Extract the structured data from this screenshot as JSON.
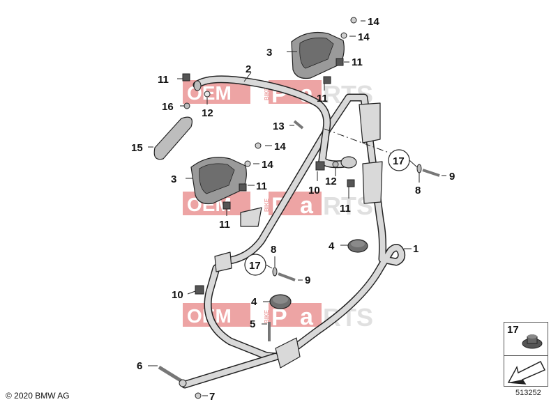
{
  "diagram": {
    "callouts": [
      {
        "id": "c1",
        "label": "1"
      },
      {
        "id": "c2",
        "label": "2"
      },
      {
        "id": "c3a",
        "label": "3"
      },
      {
        "id": "c3b",
        "label": "3"
      },
      {
        "id": "c4a",
        "label": "4"
      },
      {
        "id": "c4b",
        "label": "4"
      },
      {
        "id": "c5",
        "label": "5"
      },
      {
        "id": "c6",
        "label": "6"
      },
      {
        "id": "c7",
        "label": "7"
      },
      {
        "id": "c8a",
        "label": "8"
      },
      {
        "id": "c8b",
        "label": "8"
      },
      {
        "id": "c9a",
        "label": "9"
      },
      {
        "id": "c9b",
        "label": "9"
      },
      {
        "id": "c10a",
        "label": "10"
      },
      {
        "id": "c10b",
        "label": "10"
      },
      {
        "id": "c11a",
        "label": "11"
      },
      {
        "id": "c11b",
        "label": "11"
      },
      {
        "id": "c11c",
        "label": "11"
      },
      {
        "id": "c11d",
        "label": "11"
      },
      {
        "id": "c11e",
        "label": "11"
      },
      {
        "id": "c11f",
        "label": "11"
      },
      {
        "id": "c12a",
        "label": "12"
      },
      {
        "id": "c12b",
        "label": "12"
      },
      {
        "id": "c13",
        "label": "13"
      },
      {
        "id": "c14a",
        "label": "14"
      },
      {
        "id": "c14b",
        "label": "14"
      },
      {
        "id": "c14c",
        "label": "14"
      },
      {
        "id": "c14d",
        "label": "14"
      },
      {
        "id": "c15",
        "label": "15"
      },
      {
        "id": "c16",
        "label": "16"
      },
      {
        "id": "c17a",
        "label": "17"
      },
      {
        "id": "c17b",
        "label": "17"
      }
    ]
  },
  "legend": {
    "number": "17"
  },
  "watermark": {
    "oem": "OEM",
    "bike": "BIKE",
    "parts_p": "P",
    "parts_a": "a",
    "parts_rts": "RTS"
  },
  "footer": {
    "copyright": "© 2020 BMW AG",
    "diagram_id": "513252"
  },
  "colors": {
    "watermark_red": "#e05a5a",
    "watermark_grey": "#c8c8c8",
    "part_grey": "#d9d9d9",
    "line": "#222222"
  }
}
